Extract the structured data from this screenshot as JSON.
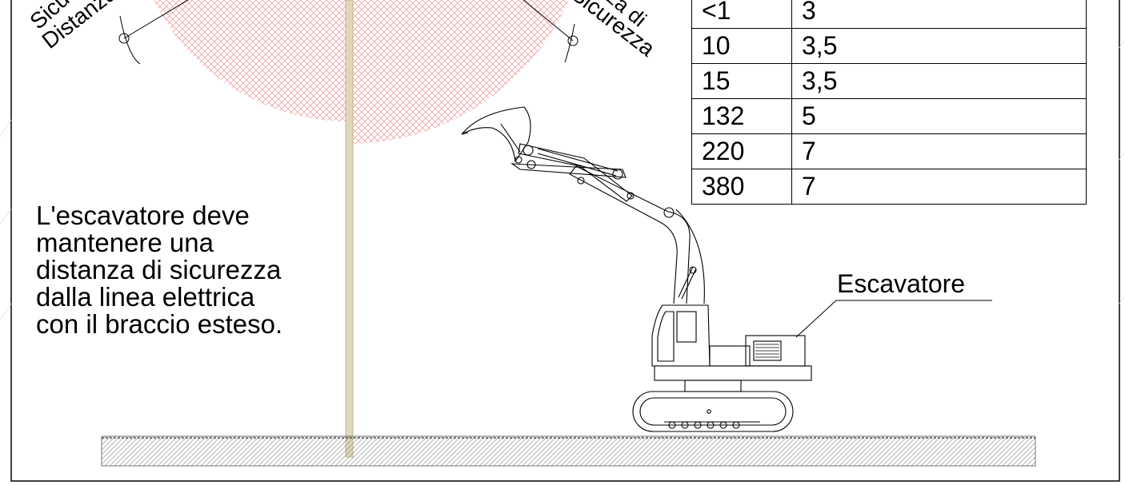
{
  "labels": {
    "left_arc_line1": "Sicurezza",
    "left_arc_line2": "Distanza",
    "right_arc_line1": "Distanza di",
    "right_arc_line2": "Sicurezza",
    "excavator_label": "Escavatore"
  },
  "note": {
    "lines": [
      "L'escavatore deve",
      "mantenere una",
      "distanza di sicurezza",
      "dalla linea elettrica",
      "con il braccio esteso."
    ]
  },
  "table": {
    "rows": [
      [
        "<1",
        "3"
      ],
      [
        "10",
        "3,5"
      ],
      [
        "15",
        "3,5"
      ],
      [
        "132",
        "5"
      ],
      [
        "220",
        "7"
      ],
      [
        "380",
        "7"
      ]
    ]
  },
  "colors": {
    "hatch_zone": "#f2a0a0",
    "pole": "#e0d6b8",
    "ground_hatch": "#555555",
    "frame": "#000000"
  }
}
